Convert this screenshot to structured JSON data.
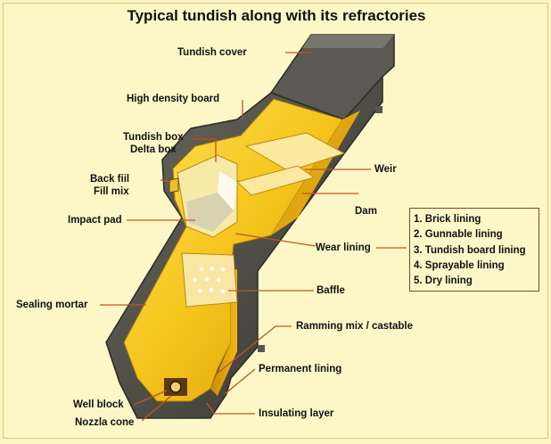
{
  "title": "Typical tundish along with its refractories",
  "labels": {
    "tundish_cover": "Tundish cover",
    "high_density_board": "High density board",
    "tundish_box": "Tundish box",
    "delta_box": "Delta box",
    "back_fill": "Back fiil",
    "fill_mix": "Fill mix",
    "impact_pad": "Impact pad",
    "weir": "Weir",
    "dam": "Dam",
    "wear_lining": "Wear lining",
    "baffle": "Baffle",
    "sealing_mortar": "Sealing mortar",
    "ramming_mix": "Ramming mix / castable",
    "permanent_lining": "Permanent lining",
    "well_block": "Well block",
    "nozzle_cone": "Nozzla cone",
    "insulating_layer": "Insulating layer"
  },
  "wear_lining_types": [
    "1. Brick lining",
    "2. Gunnable lining",
    "3. Tundish board lining",
    "4. Sprayable lining",
    "5. Dry lining"
  ],
  "colors": {
    "background": "#fdf7c8",
    "steel_shell": "#4a4a44",
    "lining_yellow": "#f2c21a",
    "leader_lines": "#c0571e"
  }
}
